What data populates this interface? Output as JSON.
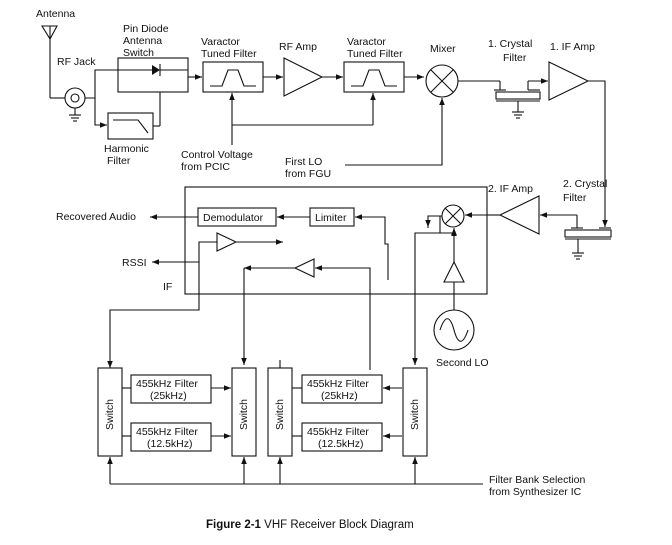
{
  "labels": {
    "antenna": "Antenna",
    "rf_jack": "RF Jack",
    "pin_diode_1": "Pin Diode",
    "pin_diode_2": "Antenna",
    "pin_diode_3": "Switch",
    "harmonic_1": "Harmonic",
    "harmonic_2": "Filter",
    "varactor_1a": "Varactor",
    "varactor_1b": "Tuned Filter",
    "rf_amp": "RF Amp",
    "varactor_2a": "Varactor",
    "varactor_2b": "Tuned Filter",
    "mixer": "Mixer",
    "crystal_1a": "1. Crystal",
    "crystal_1b": "Filter",
    "if_amp_1": "1. IF Amp",
    "control_voltage_1": "Control Voltage",
    "control_voltage_2": "from  PCIC",
    "first_lo_1": "First LO",
    "first_lo_2": "from FGU",
    "if_amp_2": "2. IF Amp",
    "crystal_2a": "2. Crystal",
    "crystal_2b": "Filter",
    "recovered_audio": "Recovered Audio",
    "demodulator": "Demodulator",
    "limiter": "Limiter",
    "rssi": "RSSI",
    "if": "IF",
    "second_lo": "Second LO",
    "switch": "Switch",
    "filter_455_a1": "455kHz Filter",
    "filter_455_a2": "(25kHz)",
    "filter_455_b1": "455kHz Filter",
    "filter_455_b2": "(12.5kHz)",
    "filter_455_c1": "455kHz Filter",
    "filter_455_c2": "(25kHz)",
    "filter_455_d1": "455kHz Filter",
    "filter_455_d2": "(12.5kHz)",
    "filter_bank_1": "Filter Bank Selection",
    "filter_bank_2": "from  Synthesizer IC"
  },
  "caption": {
    "prefix": "Figure 2-1",
    "text": " VHF Receiver Block Diagram"
  }
}
